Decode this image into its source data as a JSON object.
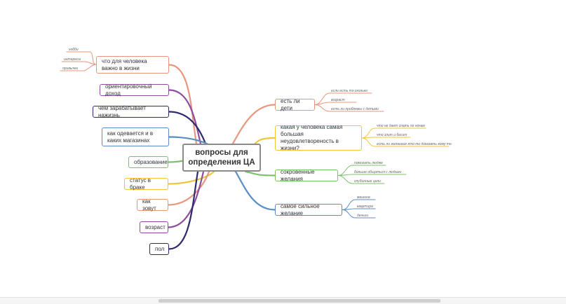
{
  "central": {
    "line1": "вопросы для",
    "line2": "определения ЦА"
  },
  "left_nodes": [
    {
      "label": "что для человека важно в жизни",
      "color": "#e8967e"
    },
    {
      "label": "ориентировочный доход",
      "color": "#8e4e9e"
    },
    {
      "label": "чем зарабатывает нажизнь",
      "color": "#2e2a6e"
    },
    {
      "label": "как одевается и в каких магазинах",
      "color": "#5a8ec2"
    },
    {
      "label": "образование",
      "color": "#7cc06a"
    },
    {
      "label": "статус в браке",
      "color": "#efc53a"
    },
    {
      "label": "как зовут",
      "color": "#e8967e"
    },
    {
      "label": "возраст",
      "color": "#8e4e9e"
    },
    {
      "label": "пол",
      "color": "#2e2a6e"
    }
  ],
  "left_leaves": [
    "хобби",
    "интересы",
    "привычки"
  ],
  "right_nodes": [
    {
      "label": "есть ли дети",
      "color": "#e8967e",
      "leaves": [
        "если есть то сколько",
        "возраст",
        "есть ли проблемы с детьми"
      ]
    },
    {
      "label": "какая у человека самая большая неудовлетвореность в жизни?",
      "color": "#efc53a",
      "leaves": [
        "что не дает спать по ночам",
        "что злит и бесит",
        "есть ли желанаие кто то доказать кому то"
      ]
    },
    {
      "label": "сокровенные желания",
      "color": "#7cc06a",
      "leaves": [
        "помогать людям",
        "больше общаться с людьми",
        "глубинные цели"
      ]
    },
    {
      "label": "самое сильное желание",
      "color": "#5a8ec2",
      "leaves": [
        "машина",
        "квартира",
        "деньги"
      ]
    }
  ]
}
